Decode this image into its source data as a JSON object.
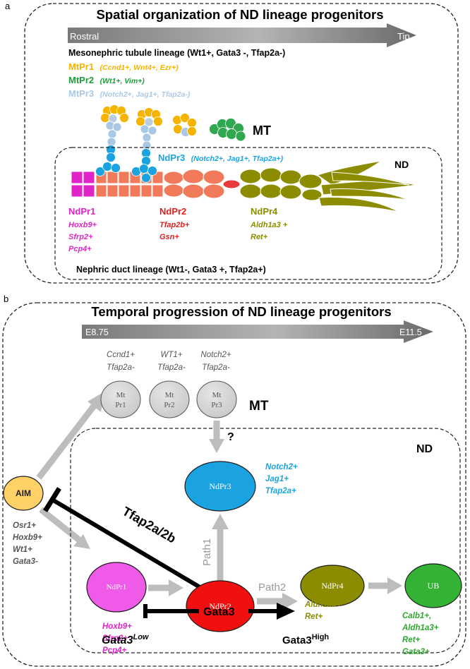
{
  "panel_a": {
    "letter": "a",
    "title": "Spatial organization of ND lineage progenitors",
    "axis_start": "Rostral",
    "axis_end": "Tip",
    "mt_lineage_title": "Mesonephric tubule  lineage (Wt1+, Gata3 -, Tfap2a-)",
    "mtpr1": {
      "name": "MtPr1",
      "markers": "(Ccnd1+, Wnt4+, Ezr+)",
      "color": "#F5B400"
    },
    "mtpr2": {
      "name": "MtPr2",
      "markers": "(Wt1+, Vim+)",
      "color": "#1E9E3A"
    },
    "mtpr3": {
      "name": "MtPr3",
      "markers": "(Notch2+, Jag1+, Tfap2a-)",
      "color": "#A9C8E6"
    },
    "mt_label": "MT",
    "ndpr3": {
      "name": "NdPr3",
      "markers": "(Notch2+, Jag1+, Tfap2a+)",
      "color": "#1AA3E0"
    },
    "nd_label": "ND",
    "ndpr1": {
      "name": "NdPr1",
      "markers": [
        "Hoxb9+",
        "Sfrp2+",
        "Pcp4+"
      ],
      "color": "#E024C8"
    },
    "ndpr2": {
      "name": "NdPr2",
      "markers": [
        "Tfap2b+",
        "Gsn+"
      ],
      "color": "#E02020"
    },
    "ndpr4": {
      "name": "NdPr4",
      "markers": [
        "Aldh1a3 +",
        "Ret+"
      ],
      "color": "#8C8C00"
    },
    "nd_lineage_title": "Nephric duct lineage (Wt1-, Gata3 +, Tfap2a+)"
  },
  "panel_b": {
    "letter": "b",
    "title": "Temporal progression of ND lineage progenitors",
    "axis_start": "E8.75",
    "axis_end": "E11.5",
    "mt_markers": [
      [
        "Ccnd1+",
        "Tfap2a-"
      ],
      [
        "WT1+",
        "Tfap2a-"
      ],
      [
        "Notch2+",
        "Tfap2a-"
      ]
    ],
    "mt_nodes": [
      [
        "Mt",
        "Pr1"
      ],
      [
        "Mt",
        "Pr2"
      ],
      [
        "Mt",
        "Pr3"
      ]
    ],
    "mt_label": "MT",
    "question": "?",
    "nd_label": "ND",
    "aim": {
      "name": "AIM",
      "markers": [
        "Osr1+",
        "Hoxb9+",
        "Wt1+",
        "Gata3-"
      ]
    },
    "ndpr3": {
      "name": "NdPr3",
      "markers": [
        "Notch2+",
        "Jag1+",
        "Tfap2a+"
      ]
    },
    "ndpr1": {
      "name": "NdPr1",
      "markers": [
        "Hoxb9+",
        "Sfrp2+",
        "Pcp4+"
      ]
    },
    "ndpr2": {
      "name": "NdPr2"
    },
    "ndpr4": {
      "name": "NdPr4",
      "markers": [
        "Aldh1a3+",
        "Ret+"
      ]
    },
    "ub": {
      "name": "UB",
      "markers": [
        "Calb1+,",
        "Aldh1a3+",
        "Ret+",
        "Gata3+"
      ]
    },
    "tfap_label": "Tfap2a/2b",
    "path1": "Path1",
    "path2": "Path2",
    "gata3_label": "Gata3",
    "gata3_low": {
      "base": "Gata3",
      "sup": "Low"
    },
    "gata3_high": {
      "base": "Gata3",
      "sup": "High"
    }
  }
}
